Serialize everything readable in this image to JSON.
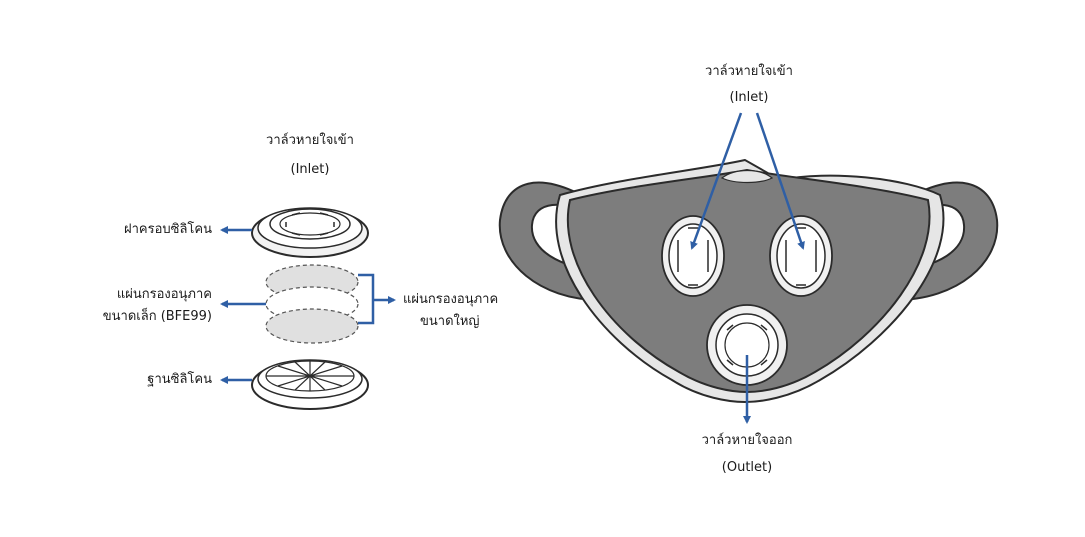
{
  "colors": {
    "arrow": "#2f5fa5",
    "mask_fill": "#7d7d7d",
    "mask_outline": "#2b2b2b",
    "mask_rim": "#e6e6e6",
    "filter_fill": "#e0e0e0"
  },
  "exploded": {
    "top_title": "วาล์วหายใจเข้า",
    "top_subtitle": "(Inlet)",
    "cap_label": "ฝาครอบซิลิโคน",
    "small_filter_line1": "แผ่นกรองอนุภาค",
    "small_filter_line2": "ขนาดเล็ก (BFE99)",
    "large_filter_line1": "แผ่นกรองอนุภาค",
    "large_filter_line2": "ขนาดใหญ่",
    "base_label": "ฐานซิลิโคน"
  },
  "mask": {
    "inlet_title": "วาล์วหายใจเข้า",
    "inlet_subtitle": "(Inlet)",
    "outlet_title": "วาล์วหายใจออก",
    "outlet_subtitle": "(Outlet)"
  }
}
